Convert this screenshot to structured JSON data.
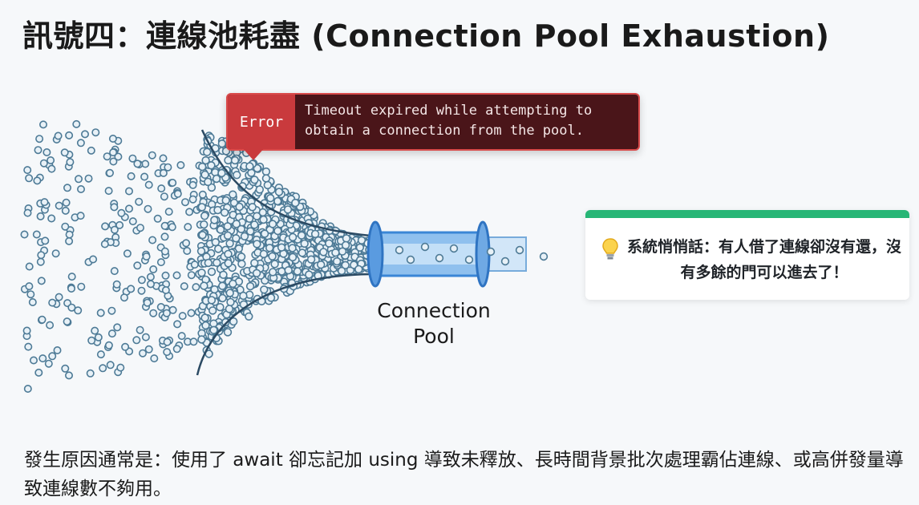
{
  "title": "訊號四：連線池耗盡 (Connection Pool Exhaustion)",
  "error": {
    "tag": "Error",
    "message_line1": "Timeout expired while attempting to",
    "message_line2": "obtain a connection from the pool."
  },
  "pool_label": "Connection Pool",
  "tip": {
    "icon": "lightbulb-icon",
    "text": "系統悄悄話：有人借了連線卻沒有還，沒有多餘的門可以進去了！",
    "accent_color": "#27b676"
  },
  "bottom_note": "發生原因通常是：使用了 await 卻忘記加 using 導致未釋放、長時間背景批次處理霸佔連線、或高併發量導致連線數不夠用。",
  "colors": {
    "bubble_stroke": "#4d7a96",
    "pipe_blue": "#3a86d6",
    "error_bg": "#4a1519",
    "error_tag": "#c93a3d"
  }
}
